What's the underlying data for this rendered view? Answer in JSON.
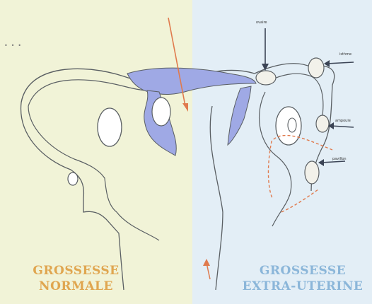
{
  "colors": {
    "left_bg": "#f1f3d7",
    "right_bg": "#e3eef6",
    "blue_fill": "#9fa9e5",
    "outline": "#5a5f63",
    "orange_arrow": "#e07a4d",
    "title_left": "#e0a650",
    "title_right": "#8bb6d9",
    "label_dark": "#3b4455"
  },
  "titles": {
    "left_line1": "GROSSESSE",
    "left_line2": "NORMALE",
    "right_line1": "GROSSESSE",
    "right_line2": "EXTRA-UTERINE"
  },
  "labels": {
    "ovary": "ovaire",
    "isthmic": "isthme",
    "ampulla": "ampoule",
    "pavilion": "pavillon"
  },
  "icons": [
    "arrow-down-icon",
    "arrow-left-icon",
    "arrow-up-icon"
  ]
}
